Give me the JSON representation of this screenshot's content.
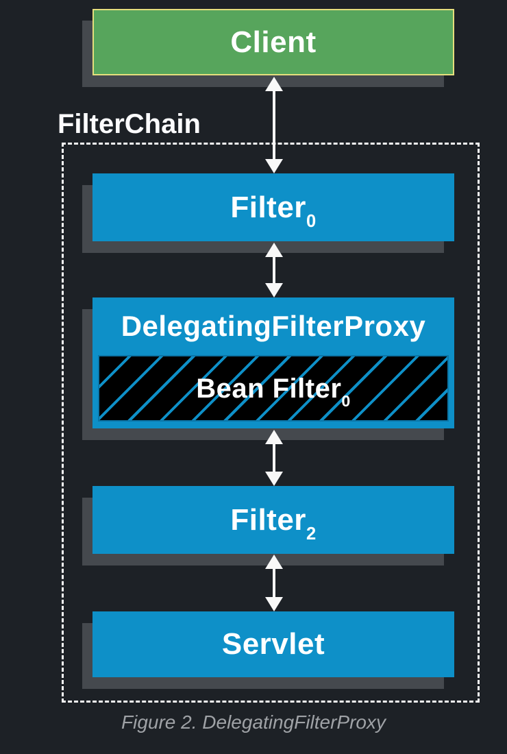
{
  "diagram": {
    "chain_label": "FilterChain",
    "caption": "Figure 2. DelegatingFilterProxy",
    "nodes": {
      "client": {
        "label": "Client"
      },
      "filter0": {
        "label": "Filter",
        "subscript": "0"
      },
      "delegating_filter_proxy": {
        "label": "DelegatingFilterProxy"
      },
      "bean_filter": {
        "label": "Bean Filter",
        "subscript": "0"
      },
      "filter2": {
        "label": "Filter",
        "subscript": "2"
      },
      "servlet": {
        "label": "Servlet"
      }
    },
    "colors": {
      "background": "#1d2126",
      "box_blue": "#0e90c8",
      "client_green": "#57a55c",
      "client_border": "#e6df7d",
      "shadow": "#45494e",
      "line_white": "#f8f8f8",
      "caption_gray": "#9fa2a6",
      "hatch_black": "#000000",
      "hatch_line": "#0e90c8"
    }
  }
}
